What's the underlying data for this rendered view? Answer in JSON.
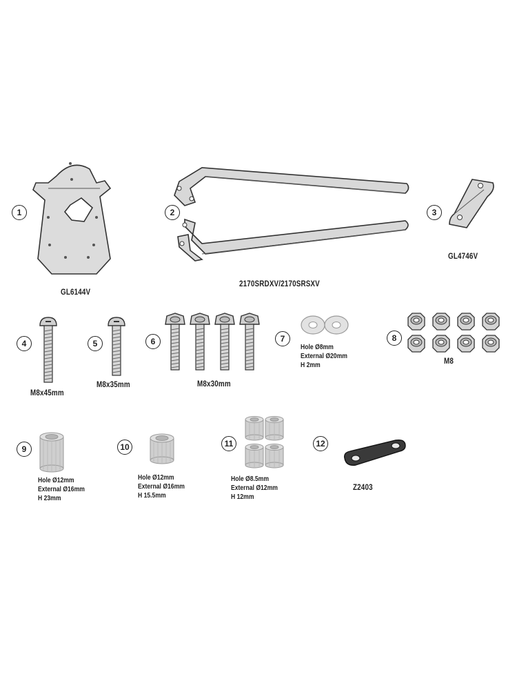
{
  "parts": [
    {
      "number": "1",
      "code": "GL6144V"
    },
    {
      "number": "2",
      "code": "2170SRDXV/2170SRSXV"
    },
    {
      "number": "3",
      "code": "GL4746V"
    },
    {
      "number": "4",
      "code": "M8x45mm"
    },
    {
      "number": "5",
      "code": "M8x35mm"
    },
    {
      "number": "6",
      "code": "M8x30mm"
    },
    {
      "number": "7",
      "specs": [
        "Hole Ø8mm",
        "External Ø20mm",
        "H 2mm"
      ]
    },
    {
      "number": "8",
      "code": "M8"
    },
    {
      "number": "9",
      "specs": [
        "Hole Ø12mm",
        "External Ø16mm",
        "H 23mm"
      ]
    },
    {
      "number": "10",
      "specs": [
        "Hole Ø12mm",
        "External Ø16mm",
        "H 15.5mm"
      ]
    },
    {
      "number": "11",
      "specs": [
        "Hole Ø8.5mm",
        "External Ø12mm",
        "H 12mm"
      ]
    },
    {
      "number": "12",
      "code": "Z2403"
    }
  ]
}
